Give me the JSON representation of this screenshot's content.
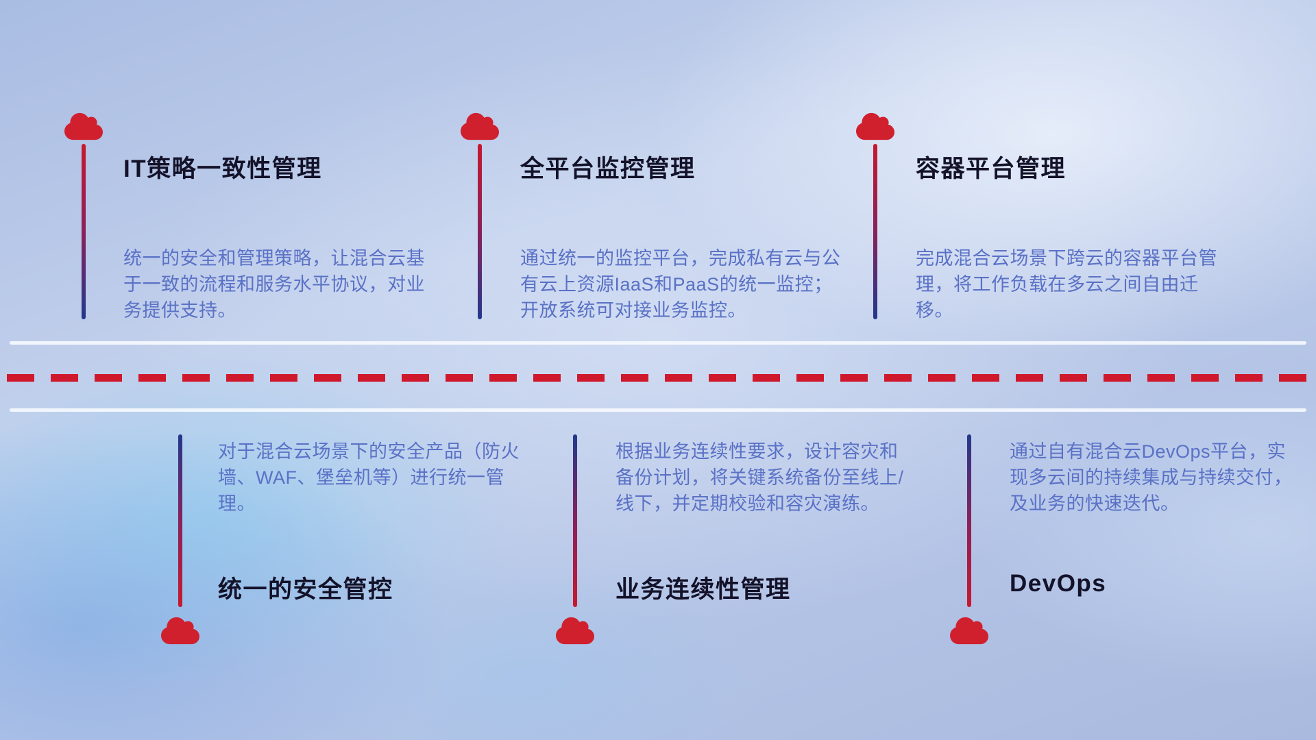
{
  "infographic": {
    "icon": "cloud-icon",
    "top_items": [
      {
        "title": "IT策略一致性管理",
        "description": "统一的安全和管理策略，让混合云基于一致的流程和服务水平协议，对业务提供支持。"
      },
      {
        "title": "全平台监控管理",
        "description": "通过统一的监控平台，完成私有云与公有云上资源IaaS和PaaS的统一监控；开放系统可对接业务监控。"
      },
      {
        "title": "容器平台管理",
        "description": "完成混合云场景下跨云的容器平台管理，将工作负载在多云之间自由迁移。"
      }
    ],
    "bottom_items": [
      {
        "title": "统一的安全管控",
        "description": "对于混合云场景下的安全产品（防火墙、WAF、堡垒机等）进行统一管理。"
      },
      {
        "title": "业务连续性管理",
        "description": "根据业务连续性要求，设计容灾和备份计划，将关键系统备份至线上/线下，并定期校验和容灾演练。"
      },
      {
        "title": "DevOps",
        "description": "通过自有混合云DevOps平台，实现多云间的持续集成与持续交付，及业务的快速迭代。"
      }
    ],
    "colors": {
      "cloud_red": "#d0202e",
      "dash_red": "#d0182c",
      "gradient_red": "#c8182e",
      "gradient_blue": "#22388c",
      "title_text": "#131229",
      "description_text": "#5a71c6",
      "solid_line": "#f8fbff"
    }
  }
}
